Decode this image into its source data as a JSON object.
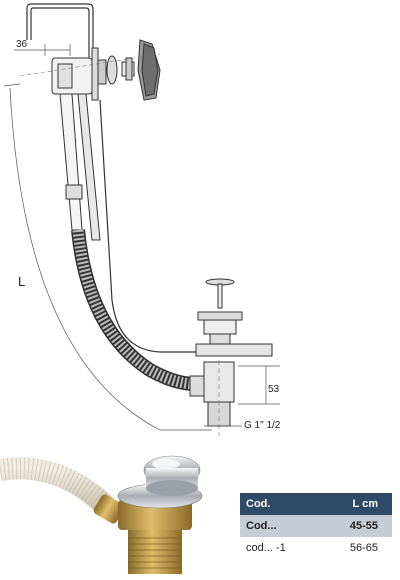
{
  "dimensions": {
    "top_offset": "36",
    "length": "L",
    "height": "53",
    "thread": "G 1\" 1/2"
  },
  "table": {
    "headers": [
      "Cod.",
      "L cm"
    ],
    "rows": [
      {
        "code": "Cod...",
        "length": "45-55"
      },
      {
        "code": "cod... -1",
        "length": "56-65"
      }
    ]
  },
  "colors": {
    "table_header": "#2d4a66",
    "table_row_shaded": "#c6ccd3",
    "brass": "#c9a14a",
    "chrome": "#d8dadc"
  }
}
